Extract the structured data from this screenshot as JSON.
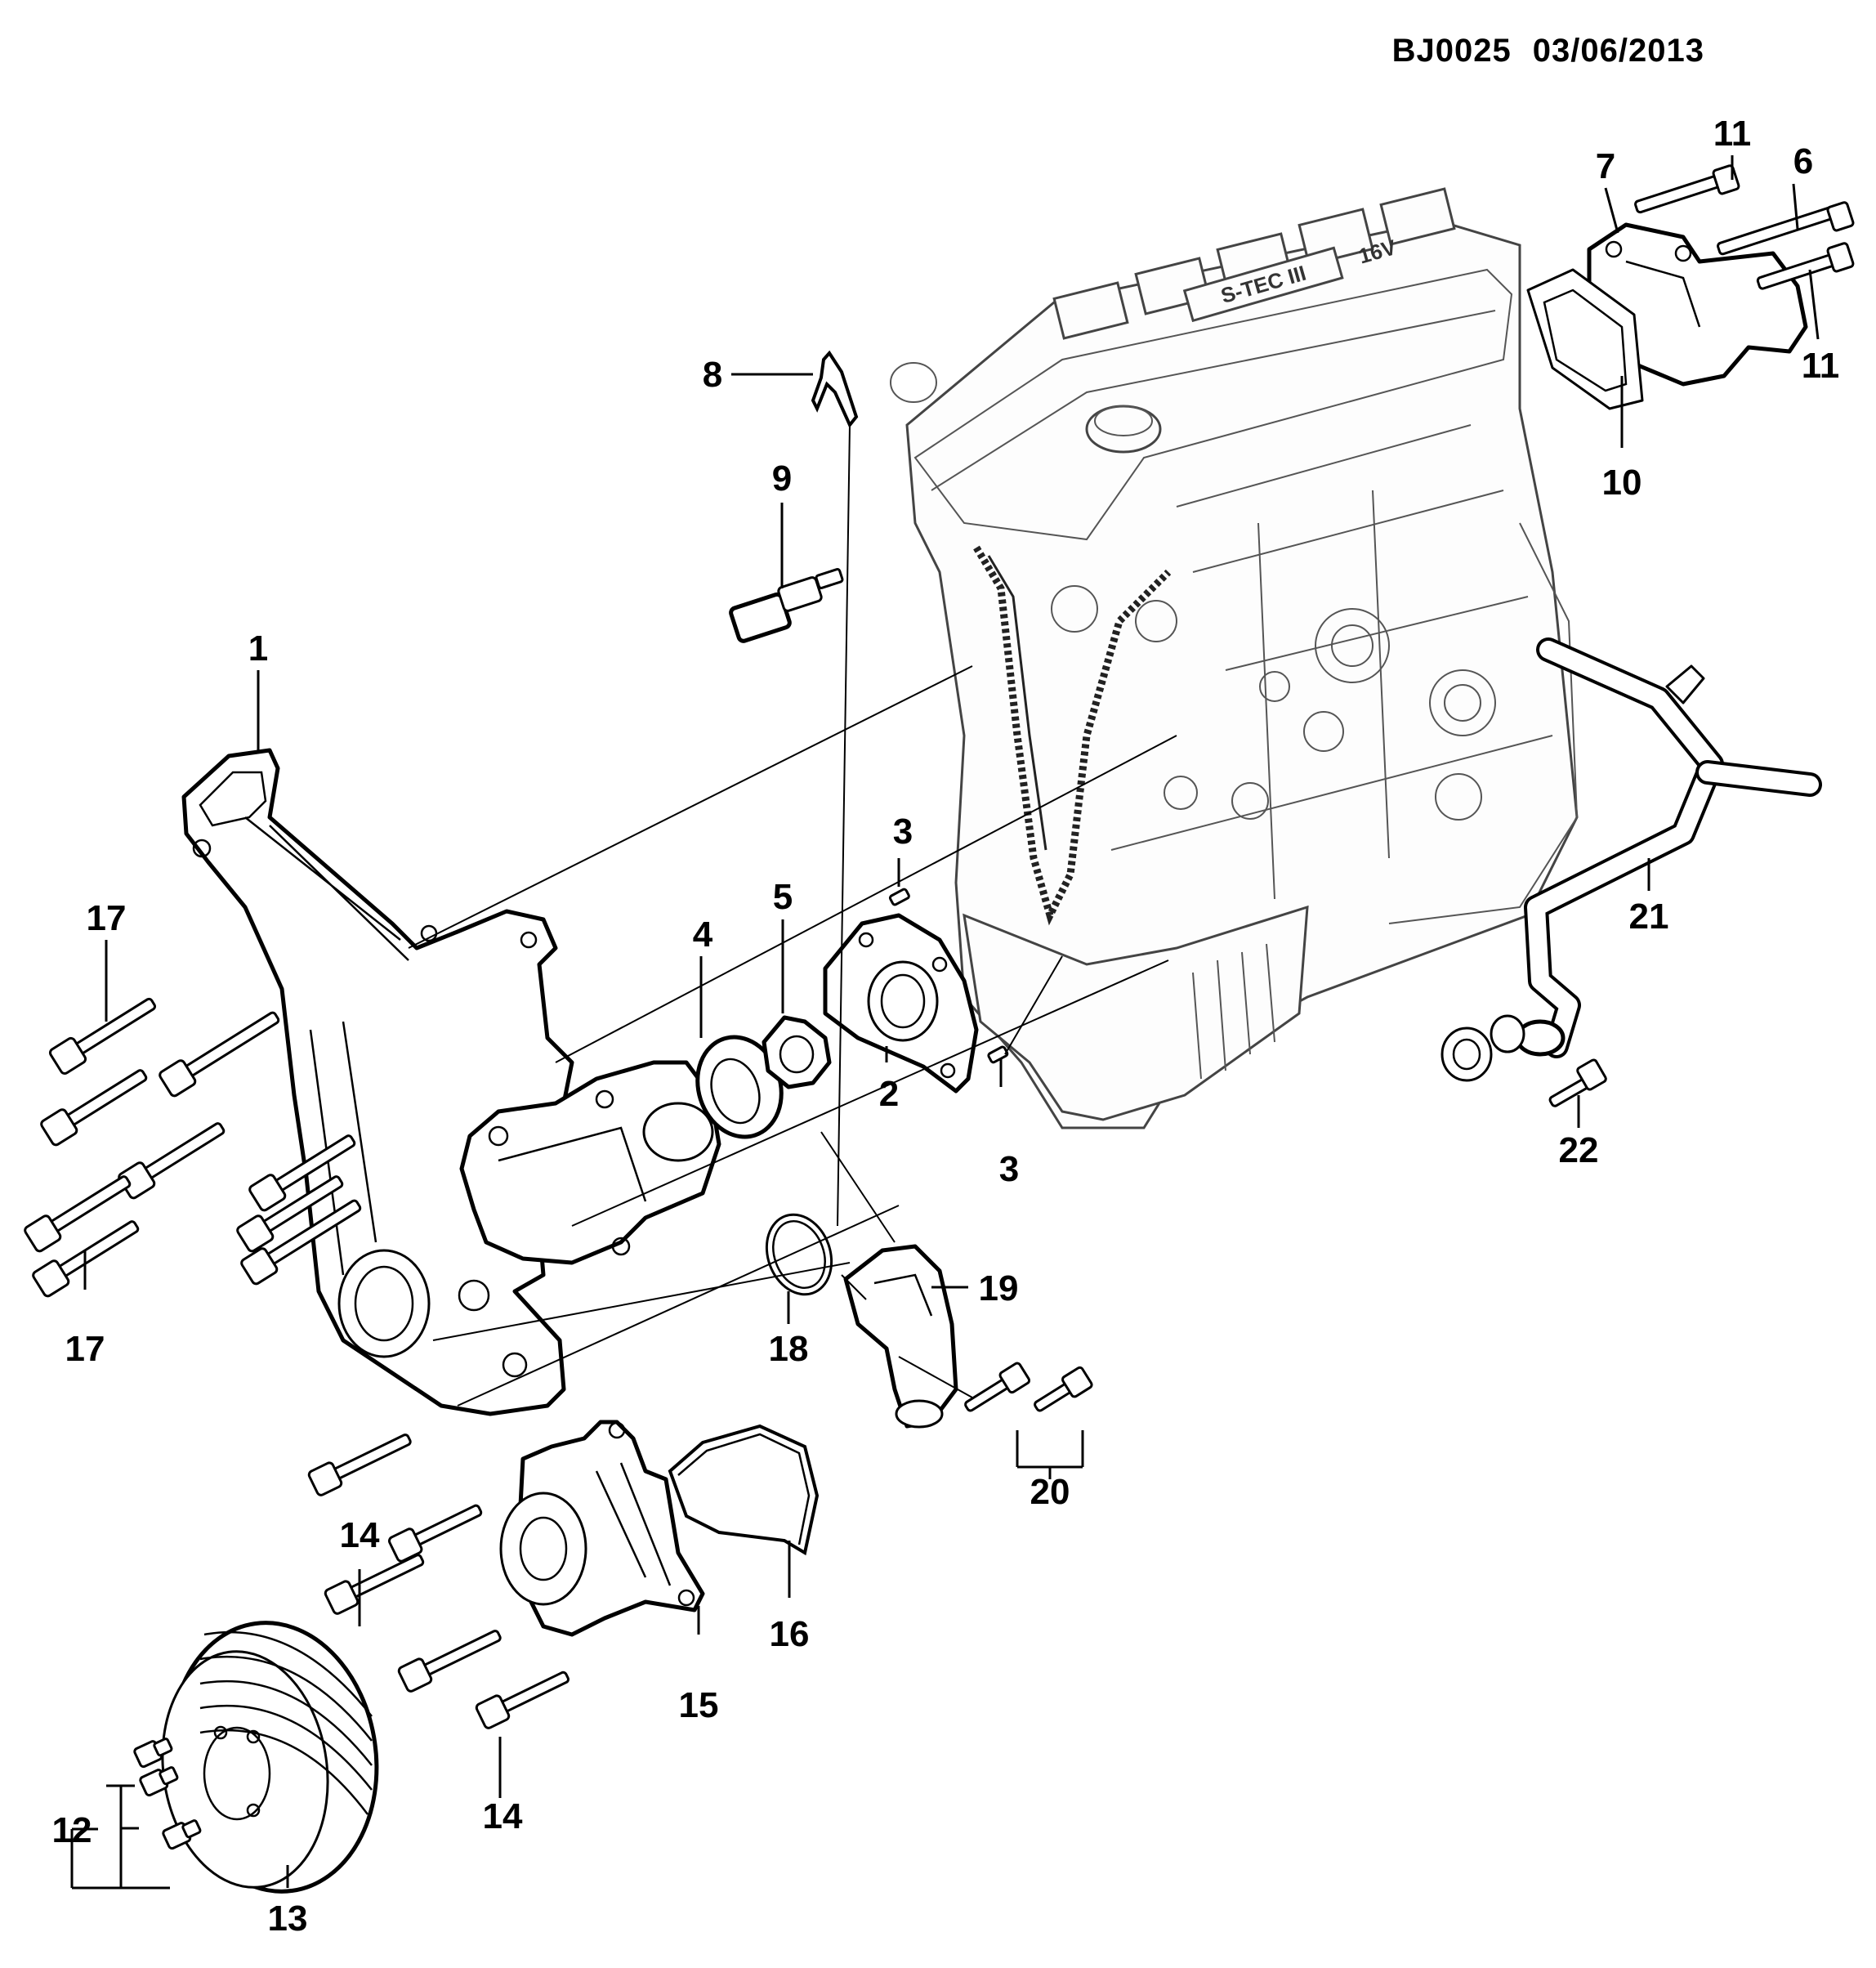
{
  "header": {
    "code": "BJ0025",
    "date": "03/06/2013"
  },
  "callouts": {
    "c1": "1",
    "c2": "2",
    "c3a": "3",
    "c3b": "3",
    "c4": "4",
    "c5": "5",
    "c6": "6",
    "c7": "7",
    "c8": "8",
    "c9": "9",
    "c10": "10",
    "c11a": "11",
    "c11b": "11",
    "c12": "12",
    "c13": "13",
    "c14a": "14",
    "c14b": "14",
    "c15": "15",
    "c16": "16",
    "c17a": "17",
    "c17b": "17",
    "c18": "18",
    "c19": "19",
    "c20": "20",
    "c21": "21",
    "c22": "22"
  },
  "engine_badge": {
    "brand": "S-TEC III",
    "valves": "16V"
  }
}
